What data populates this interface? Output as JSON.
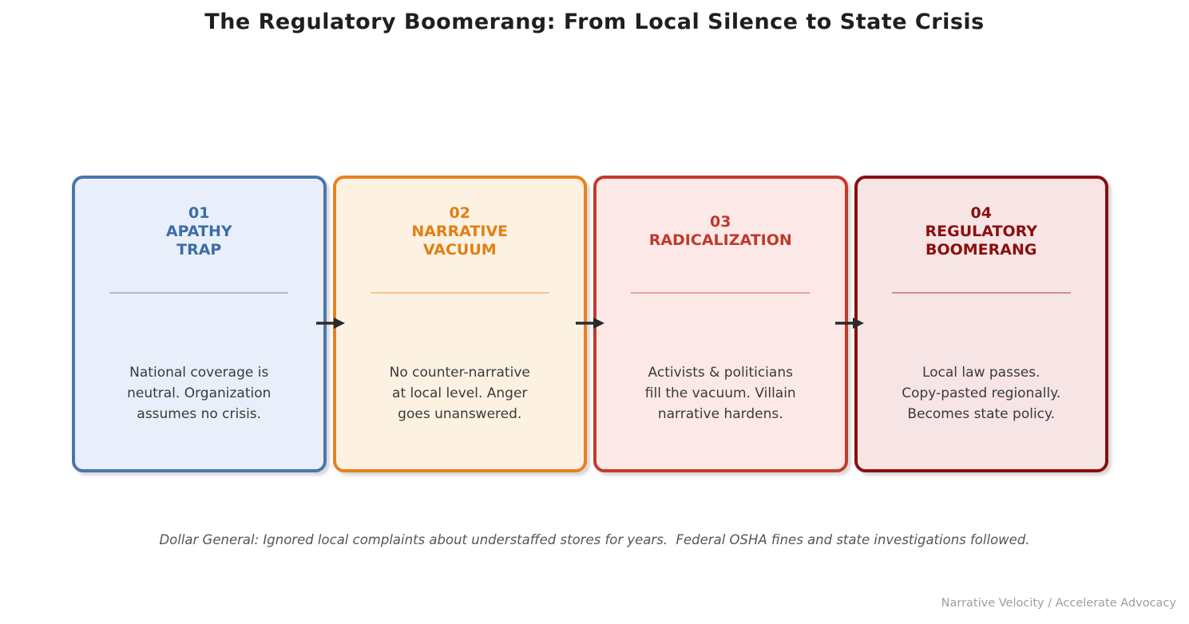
{
  "title": "The Regulatory Boomerang: From Local Silence to State Crisis",
  "caption": "Dollar General: Ignored local complaints about understaffed stores for years.  Federal OSHA fines and state investigations followed.",
  "attribution": "Narrative Velocity / Accelerate Advocacy",
  "arrow_color": "#2b2b2b",
  "stages": [
    {
      "number": "01",
      "label": "APATHY\nTRAP",
      "description": "National coverage is\nneutral. Organization\nassumes no crisis.",
      "colors": {
        "border": "#4a76ac",
        "background": "#e9effa",
        "accent": "#3c6da6"
      }
    },
    {
      "number": "02",
      "label": "NARRATIVE\nVACUUM",
      "description": "No counter-narrative\nat local level. Anger\ngoes unanswered.",
      "colors": {
        "border": "#e8821e",
        "background": "#fdf2e2",
        "accent": "#e27f16"
      }
    },
    {
      "number": "03",
      "label": "RADICALIZATION",
      "description": "Activists & politicians\nfill the vacuum. Villain\nnarrative hardens.",
      "colors": {
        "border": "#c43a2b",
        "background": "#fce9e7",
        "accent": "#c0392b"
      }
    },
    {
      "number": "04",
      "label": "REGULATORY\nBOOMERANG",
      "description": "Local law passes.\nCopy-pasted regionally.\nBecomes state policy.",
      "colors": {
        "border": "#8b0f0f",
        "background": "#f7e5e5",
        "accent": "#8b0e0e"
      }
    }
  ]
}
